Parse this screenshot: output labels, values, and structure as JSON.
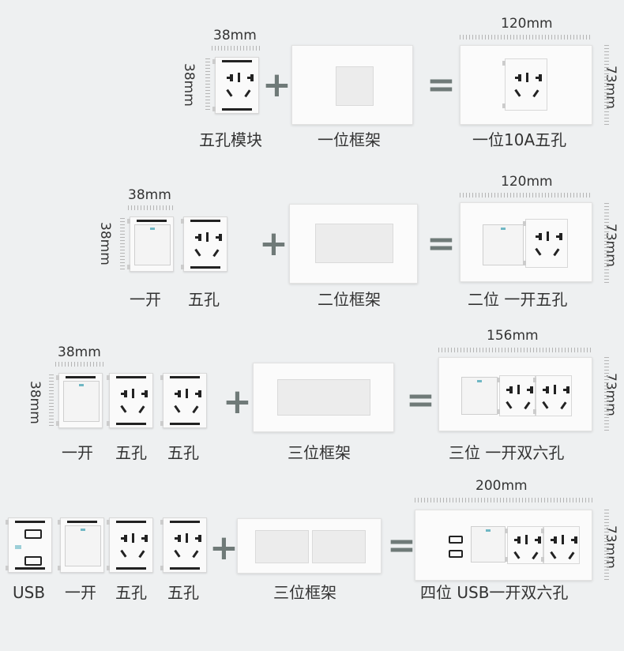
{
  "rows": [
    {
      "module_dim_w": "38mm",
      "module_dim_h": "38mm",
      "module_labels": [
        "五孔模块"
      ],
      "frame_label": "一位框架",
      "result_width": "120mm",
      "result_height": "73mm",
      "result_label": "一位10A五孔"
    },
    {
      "module_dim_w": "38mm",
      "module_dim_h": "38mm",
      "module_labels": [
        "一开",
        "五孔"
      ],
      "frame_label": "二位框架",
      "result_width": "120mm",
      "result_height": "73mm",
      "result_label": "二位 一开五孔"
    },
    {
      "module_dim_w": "38mm",
      "module_dim_h": "38mm",
      "module_labels": [
        "一开",
        "五孔",
        "五孔"
      ],
      "frame_label": "三位框架",
      "result_width": "156mm",
      "result_height": "73mm",
      "result_label": "三位 一开双六孔"
    },
    {
      "module_labels": [
        "USB",
        "一开",
        "五孔",
        "五孔"
      ],
      "frame_label": "三位框架",
      "result_width": "200mm",
      "result_height": "73mm",
      "result_label": "四位 USB一开双六孔"
    }
  ],
  "symbols": {
    "plus": "+",
    "equals": "="
  },
  "colors": {
    "background": "#eef0f1",
    "operator": "#6f7a78",
    "led": "#6fb7c4"
  }
}
